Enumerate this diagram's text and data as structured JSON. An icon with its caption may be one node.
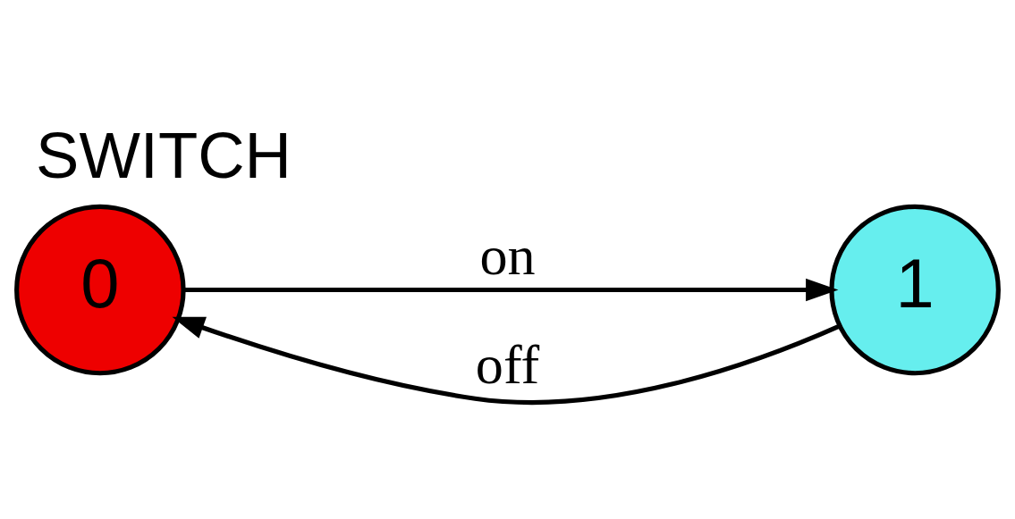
{
  "diagram": {
    "title": "SWITCH",
    "nodes": [
      {
        "text": [
          "0"
        ]
      },
      {
        "text": [
          "1"
        ]
      }
    ],
    "edges": [
      {
        "from": 0,
        "to": 1,
        "arrow": "to",
        "label": "on"
      },
      {
        "from": 1,
        "to": 0,
        "arrow": "to",
        "label": "off"
      }
    ]
  }
}
